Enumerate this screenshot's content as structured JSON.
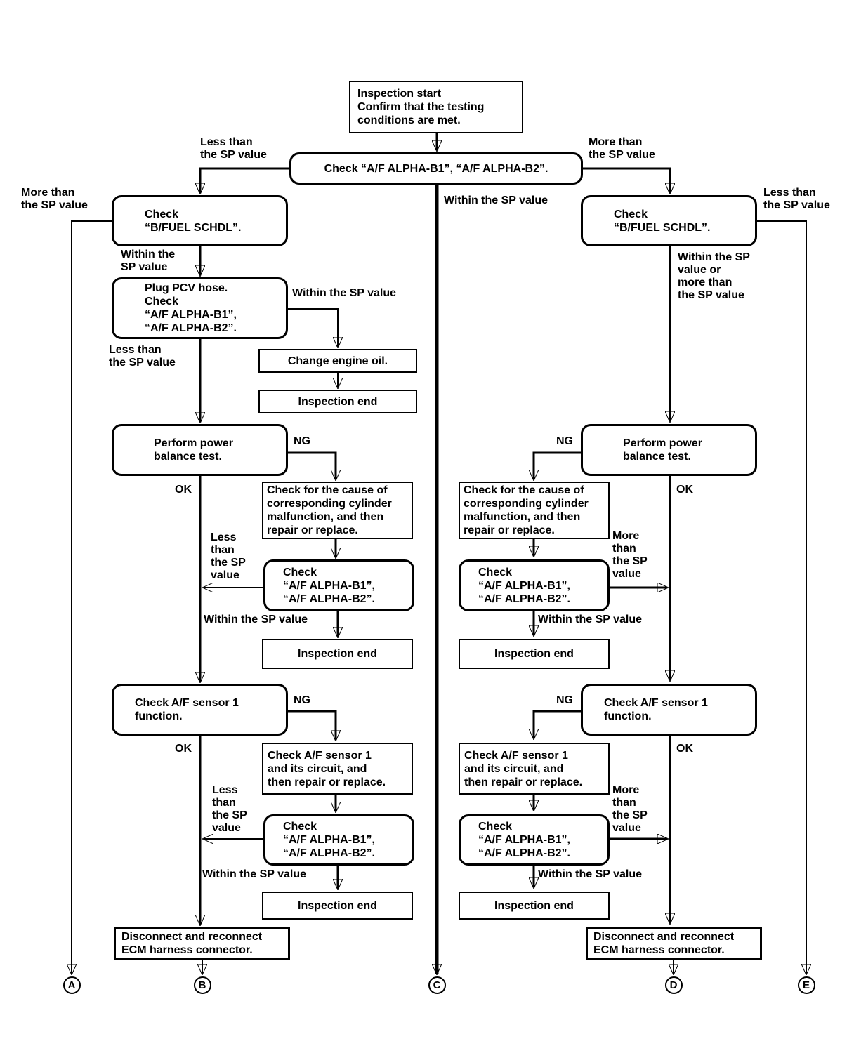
{
  "boxes": {
    "start": "Inspection start\nConfirm that the testing\nconditions are met.",
    "check_top": "Check “A/F ALPHA-B1”, “A/F ALPHA-B2”.",
    "bfuel": "Check\n“B/FUEL SCHDL”.",
    "plug_pcv": "Plug PCV hose.\nCheck\n“A/F ALPHA-B1”,\n“A/F ALPHA-B2”.",
    "change_oil": "Change engine oil.",
    "inspection_end": "Inspection end",
    "power_balance": "Perform power\nbalance test.",
    "cylinder_cause": "Check for the cause of\ncorresponding cylinder\nmalfunction, and then\nrepair or replace.",
    "check_af": "Check\n“A/F ALPHA-B1”,\n“A/F ALPHA-B2”.",
    "sensor_function": "Check A/F sensor 1\nfunction.",
    "sensor_fix": "Check A/F sensor 1\nand its circuit, and\nthen repair or replace.",
    "ecm": "Disconnect and reconnect\nECM harness connector."
  },
  "edge_labels": {
    "less_than": "Less than\nthe SP value",
    "more_than": "More than\nthe SP value",
    "within": "Within the SP value",
    "within_short": "Within the\nSP value",
    "within_or_more": "Within the SP\nvalue or\nmore than\nthe SP value",
    "less_stack": "Less\nthan\nthe SP\nvalue",
    "more_stack": "More\nthan\nthe SP\nvalue",
    "ng": "NG",
    "ok": "OK"
  },
  "connectors": {
    "a": "A",
    "b": "B",
    "c": "C",
    "d": "D",
    "e": "E"
  }
}
